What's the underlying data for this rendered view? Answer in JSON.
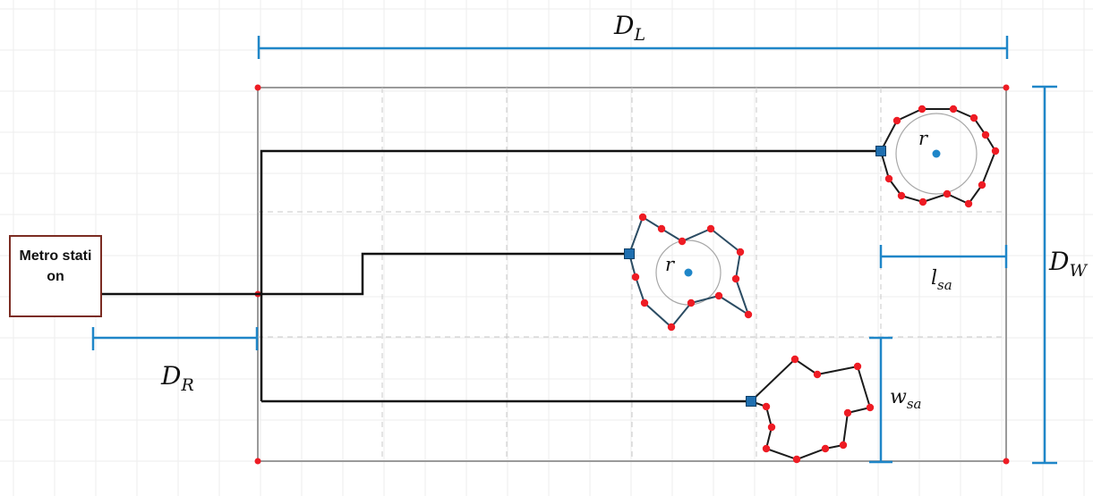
{
  "labels": {
    "length": "D",
    "length_sub": "L",
    "width": "D",
    "width_sub": "W",
    "distance": "D",
    "distance_sub": "R",
    "sa_length": "l",
    "sa_length_sub": "sa",
    "sa_width": "w",
    "sa_width_sub": "sa",
    "radius_1": "r",
    "radius_2": "r"
  },
  "metro": {
    "label": "Metro station"
  },
  "colors": {
    "dimension": "#1f86c8",
    "vertex": "#ee1c24",
    "route": "#111111",
    "center": "#1f86c8",
    "entrance": "#1f6fb0",
    "metro_border": "#7b2c22"
  }
}
